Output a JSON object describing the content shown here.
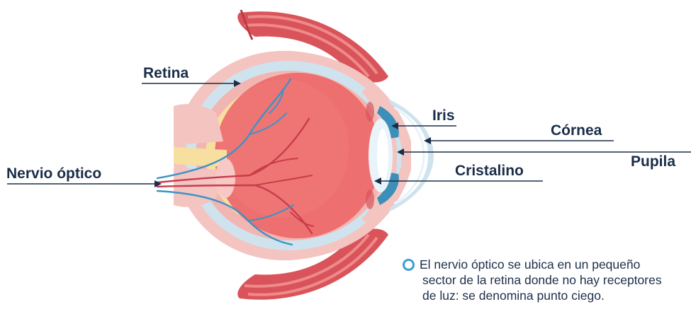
{
  "labels": {
    "retina": "Retina",
    "iris": "Iris",
    "cornea": "Córnea",
    "pupil": "Pupila",
    "optic_nerve": "Nervio óptico",
    "lens": "Cristalino"
  },
  "note": {
    "line1": "El nervio óptico se ubica en un pequeño",
    "line2": "sector de la retina donde no hay receptores",
    "line3": "de luz: se denomina punto ciego."
  },
  "colors": {
    "label_text": "#1a2d49",
    "leader_line": "#1a2d49",
    "muscle": "#d9545a",
    "sclera": "#cfe3ee",
    "choroid": "#f2b6b2",
    "retina_layer": "#f7dfa0",
    "vitreous": "#ee6f6f",
    "vessel_red": "#c83c4a",
    "vessel_blue": "#3b93c6",
    "iris": "#3c8fb8",
    "bullet": "#3a9fd2"
  }
}
